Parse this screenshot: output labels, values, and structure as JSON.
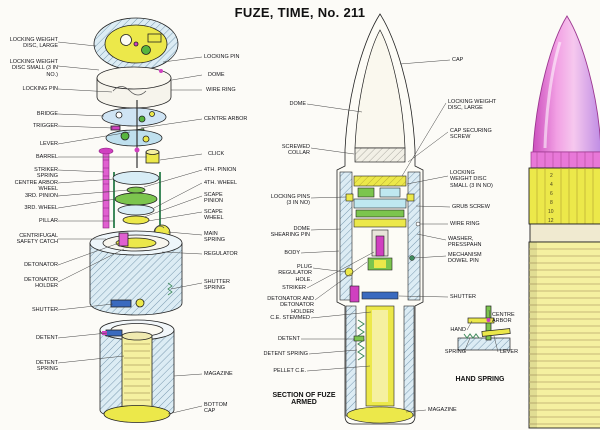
{
  "title": "FUZE, TIME, No. 211",
  "colors": {
    "yellow": "#ece84a",
    "green": "#57b53e",
    "cyan": "#bfe8f0",
    "blue": "#3a6abf",
    "magenta": "#d040c0",
    "nose_pink": "#e878d8"
  },
  "exploded": {
    "left_labels": [
      "LOCKING WEIGHT DISC, LARGE",
      "LOCKING WEIGHT DISC SMALL (3 IN NO.)",
      "LOCKING PIN",
      "BRIDGE",
      "TRIGGER",
      "LEVER",
      "BARREL",
      "STRIKER SPRING",
      "CENTRE ARBOR WHEEL",
      "3RD. PINION",
      "3RD. WHEEL",
      "PILLAR",
      "CENTRIFUGAL SAFETY CATCH",
      "DETONATOR",
      "DETONATOR HOLDER",
      "SHUTTER",
      "DETENT",
      "DETENT SPRING"
    ],
    "right_labels": [
      "LOCKING PIN",
      "DOME",
      "WIRE RING",
      "CENTRE ARBOR",
      "CLICK",
      "4TH. PINION",
      "4TH. WHEEL",
      "SCAPE PINION",
      "SCAPE WHEEL",
      "MAIN SPRING",
      "REGULATOR",
      "SHUTTER SPRING",
      "MAGAZINE",
      "BOTTOM CAP"
    ]
  },
  "section": {
    "left_labels": [
      "DOME",
      "SCREWED COLLAR",
      "LOCKING PINS (3 IN NO)",
      "DOME SHEARING PIN",
      "BODY",
      "PLUG REGULATOR HOLE.",
      "STRIKER",
      "DETONATOR AND DETONATOR HOLDER",
      "C.E. STEMMED",
      "DETENT",
      "DETENT SPRING",
      "PELLET C.E."
    ],
    "right_labels": [
      "CAP",
      "LOCKING WEIGHT DISC, LARGE",
      "CAP SECURING SCREW",
      "LOCKING WEIGHT DISC SMALL (3 IN NO)",
      "GRUB SCREW",
      "WIRE RING",
      "WASHER, PRESSPAHN",
      "MECHANISM DOWEL PIN",
      "SHUTTER",
      "MAGAZINE"
    ],
    "caption": "SECTION OF FUZE ARMED"
  },
  "hand_spring": {
    "labels": [
      "CENTRE ARBOR",
      "HAND",
      "SPRING",
      "LEVER"
    ],
    "caption": "HAND SPRING"
  },
  "external": {
    "scale_numbers": [
      "2",
      "4",
      "6",
      "8",
      "10",
      "12"
    ]
  }
}
